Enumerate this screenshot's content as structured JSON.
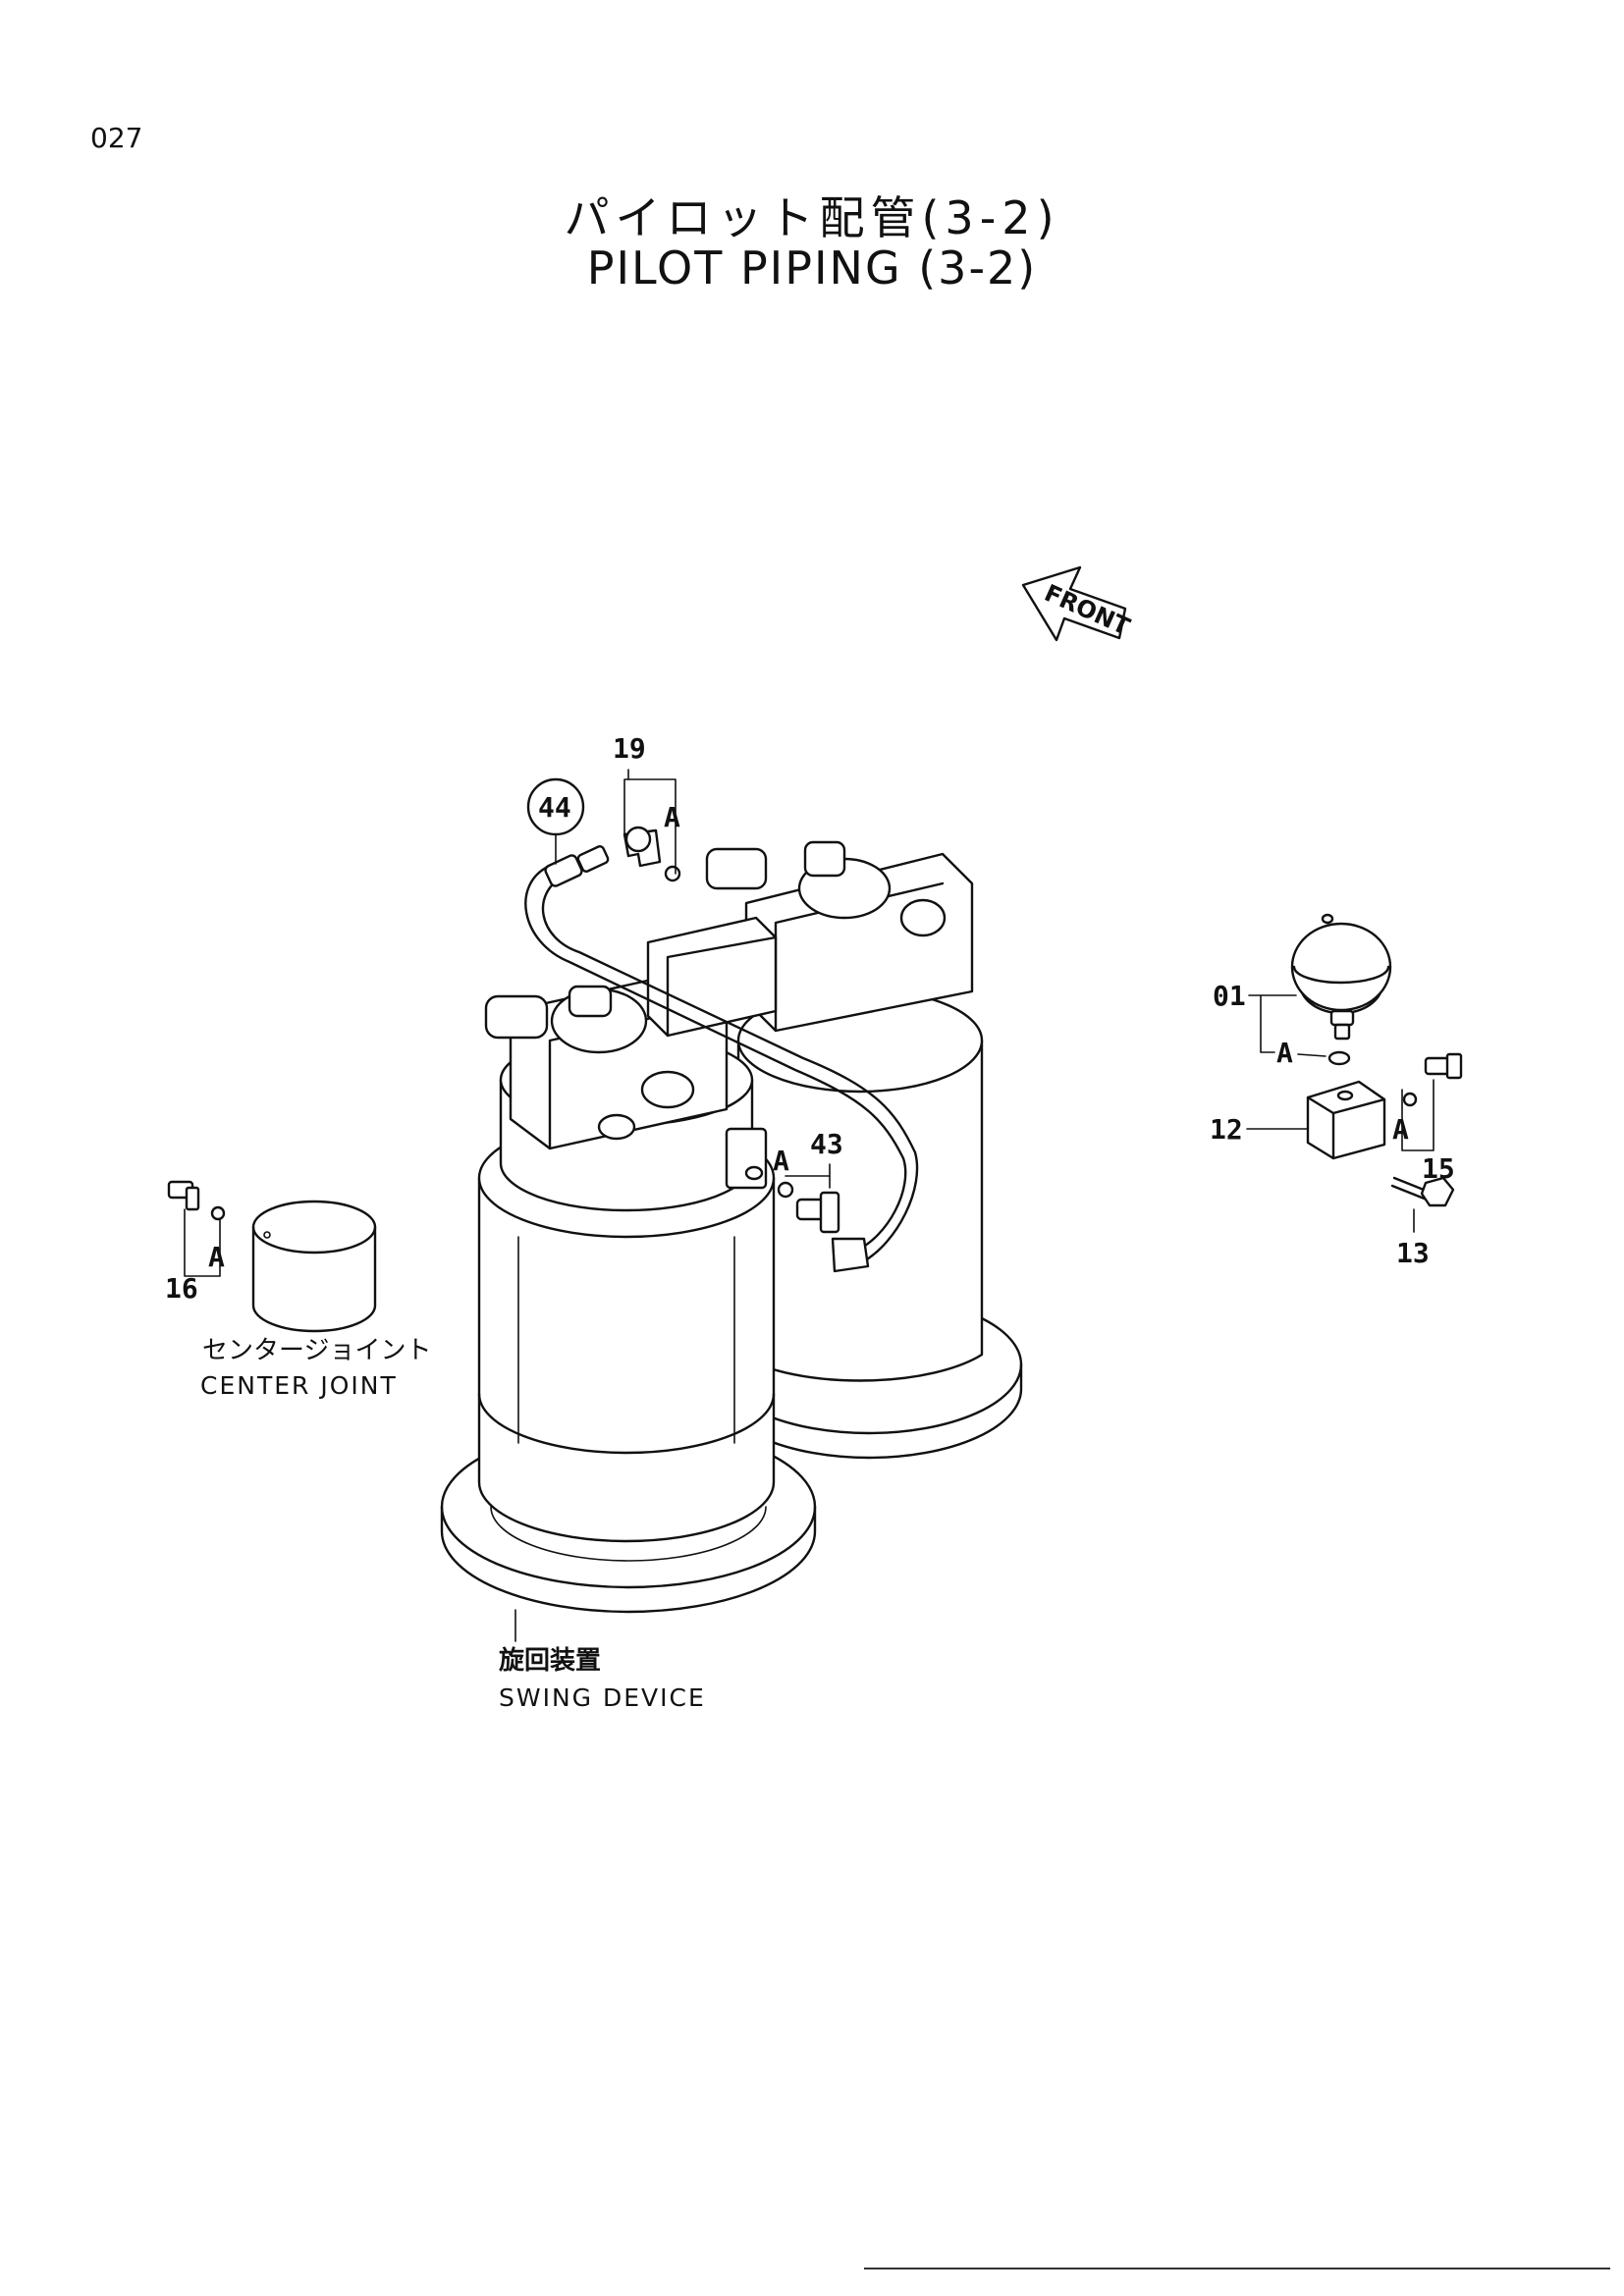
{
  "page": {
    "number": "027"
  },
  "title": {
    "jp": "パイロット配管(3-2)",
    "en": "PILOT PIPING (3-2)"
  },
  "front_label": "FRONT",
  "parts": {
    "p01": "01",
    "p12": "12",
    "p13": "13",
    "p15": "15",
    "p16": "16",
    "p19": "19",
    "p43": "43",
    "p44": "44"
  },
  "ref_mark": "A",
  "captions": {
    "center_joint_jp": "センタージョイント",
    "center_joint_en": "CENTER JOINT",
    "swing_device_jp": "旋回装置",
    "swing_device_en": "SWING DEVICE"
  }
}
